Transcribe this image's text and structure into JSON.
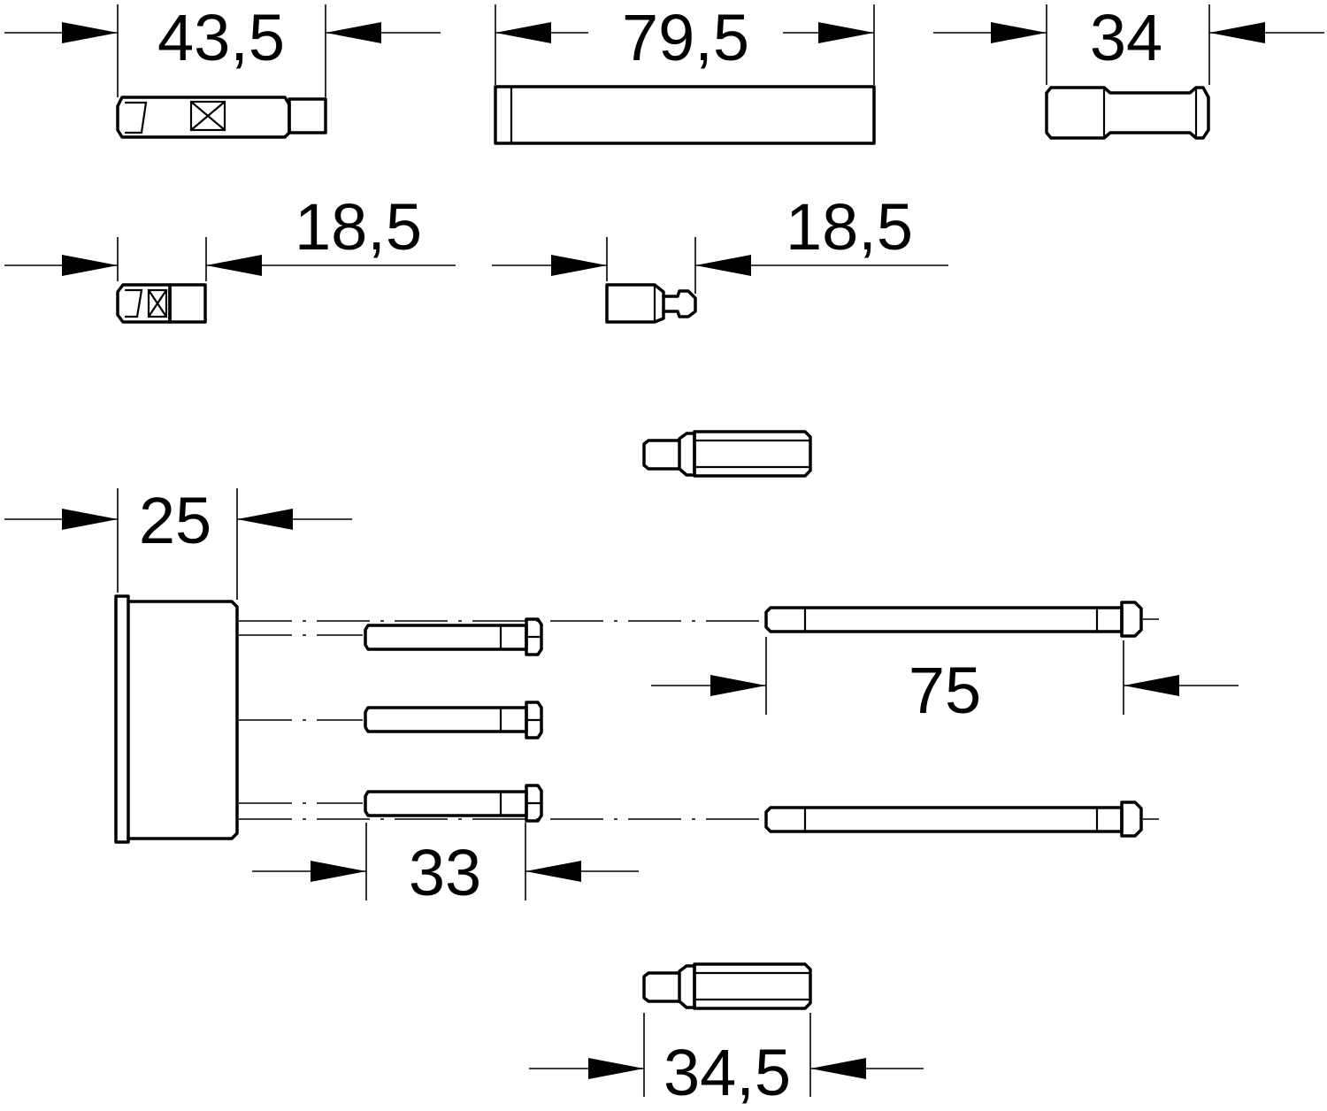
{
  "dimensions": {
    "d1": "43,5",
    "d2": "79,5",
    "d3": "34",
    "d4": "18,5",
    "d5": "18,5",
    "d6": "25",
    "d7": "75",
    "d8": "33",
    "d9": "34,5"
  },
  "colors": {
    "line": "#000000",
    "background": "#ffffff"
  }
}
